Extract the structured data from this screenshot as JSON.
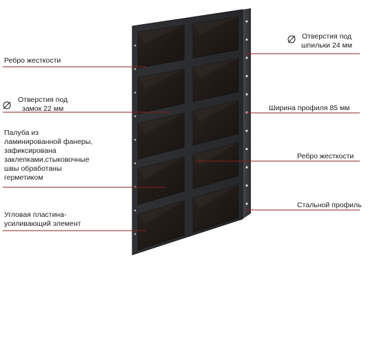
{
  "labels": {
    "stiffener_rib_left": "Ребро жесткости",
    "lock_holes": "Отверстия под\nзамок 22 мм",
    "plywood_deck": "Палуба из\nламинированной фанеры,\nзафиксирована\nзаклепками,стыковочные\nшвы обработаны\nгерметиком",
    "corner_plate": "Угловая пластина-\nусиливающий элемент",
    "pin_holes": "Отверстия под\nшпильки 24 мм",
    "profile_width": "Ширина профиля 85 мм",
    "stiffener_rib_right": "Ребро жесткости",
    "steel_profile": "Стальной профиль"
  },
  "icons": {
    "diameter": "diameter-icon"
  },
  "colors": {
    "frame": "#2b2b2e",
    "frame_light": "#3a3b3f",
    "panel": "#1f1b19",
    "leader_line": "#8a1f1f",
    "text": "#1a1a1a"
  }
}
